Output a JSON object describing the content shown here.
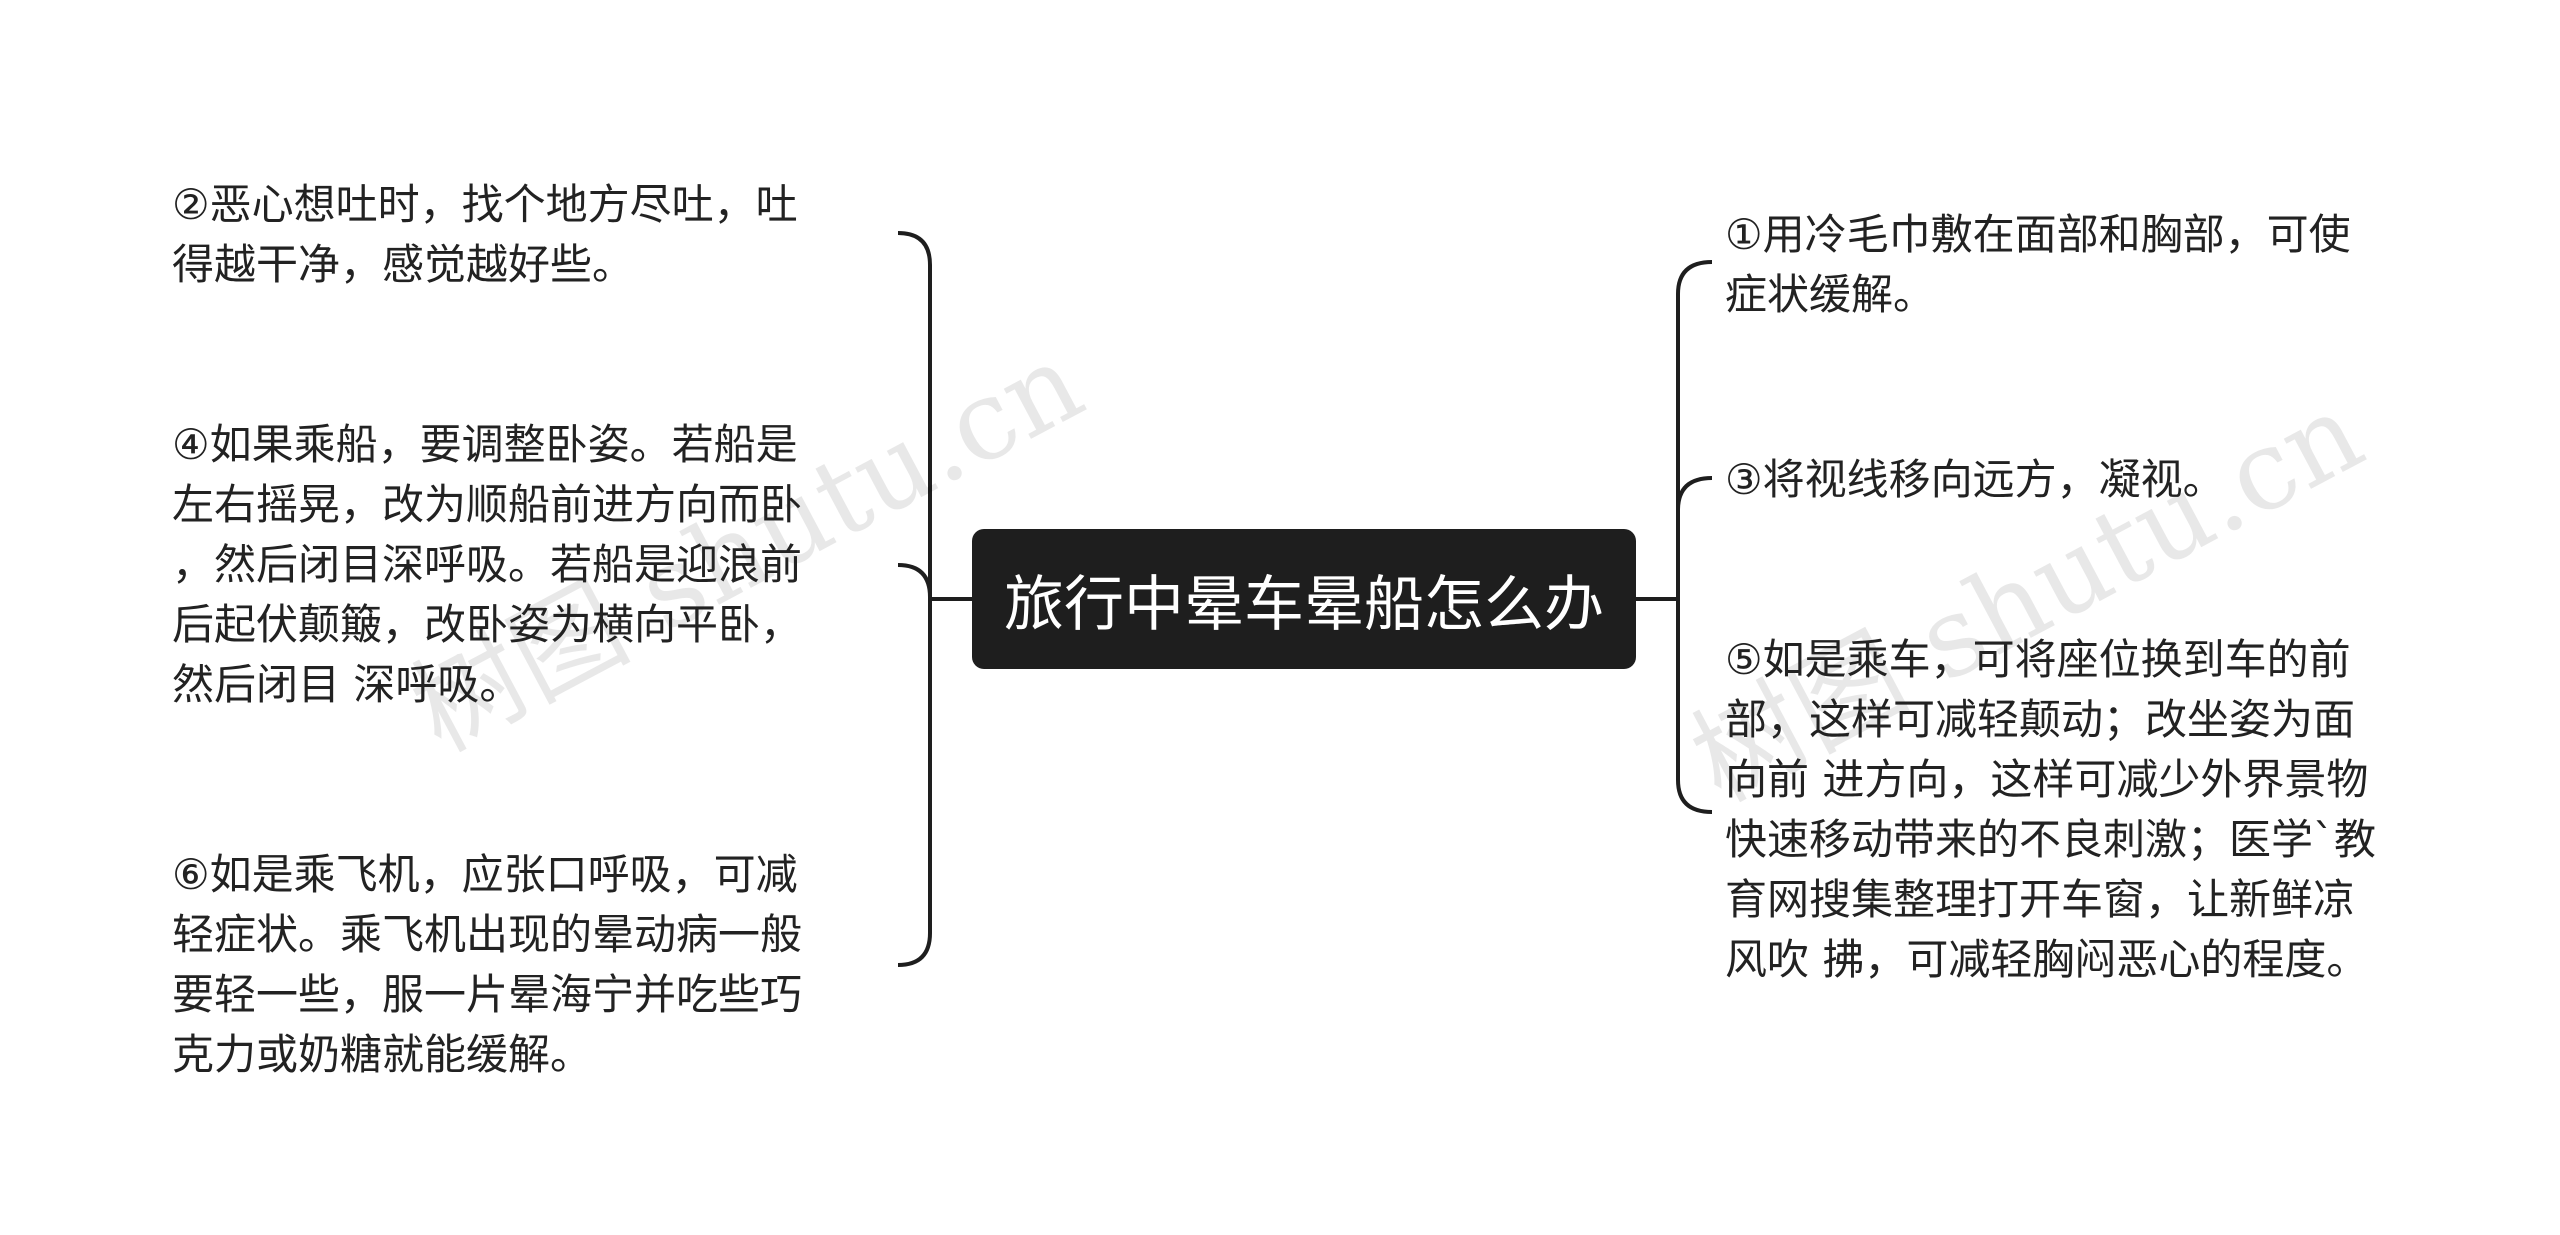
{
  "root": "旅行中晕车晕船怎么办",
  "left_nodes": [
    {
      "lines": [
        "②恶心想吐时，找个地方尽吐，吐",
        "得越干净，感觉越好些。"
      ]
    },
    {
      "lines": [
        "④如果乘船，要调整卧姿。若船是",
        "左右摇晃，改为顺船前进方向而卧",
        "，然后闭目深呼吸。若船是迎浪前",
        "后起伏颠簸，改卧姿为横向平卧，",
        "然后闭目 深呼吸。"
      ]
    },
    {
      "lines": [
        "⑥如是乘飞机，应张口呼吸，可减",
        "轻症状。乘飞机出现的晕动病一般",
        "要轻一些，服一片晕海宁并吃些巧",
        "克力或奶糖就能缓解。"
      ]
    }
  ],
  "right_nodes": [
    {
      "lines": [
        "①用冷毛巾敷在面部和胸部，可使",
        "症状缓解。"
      ]
    },
    {
      "lines": [
        "③将视线移向远方，凝视。"
      ]
    },
    {
      "lines": [
        "⑤如是乘车，可将座位换到车的前",
        "部，这样可减轻颠动；改坐姿为面",
        "向前 进方向，这样可减少外界景物",
        "快速移动带来的不良刺激；医学`教",
        "育网搜集整理打开车窗，让新鲜凉",
        "风吹 拂，可减轻胸闷恶心的程度。"
      ]
    }
  ],
  "watermarks": [
    "树图 shutu.cn",
    "树图 shutu.cn"
  ],
  "colors": {
    "root_bg": "#1e1e1e",
    "root_text": "#ffffff",
    "line": "#1e1e1e",
    "text": "#222222"
  }
}
